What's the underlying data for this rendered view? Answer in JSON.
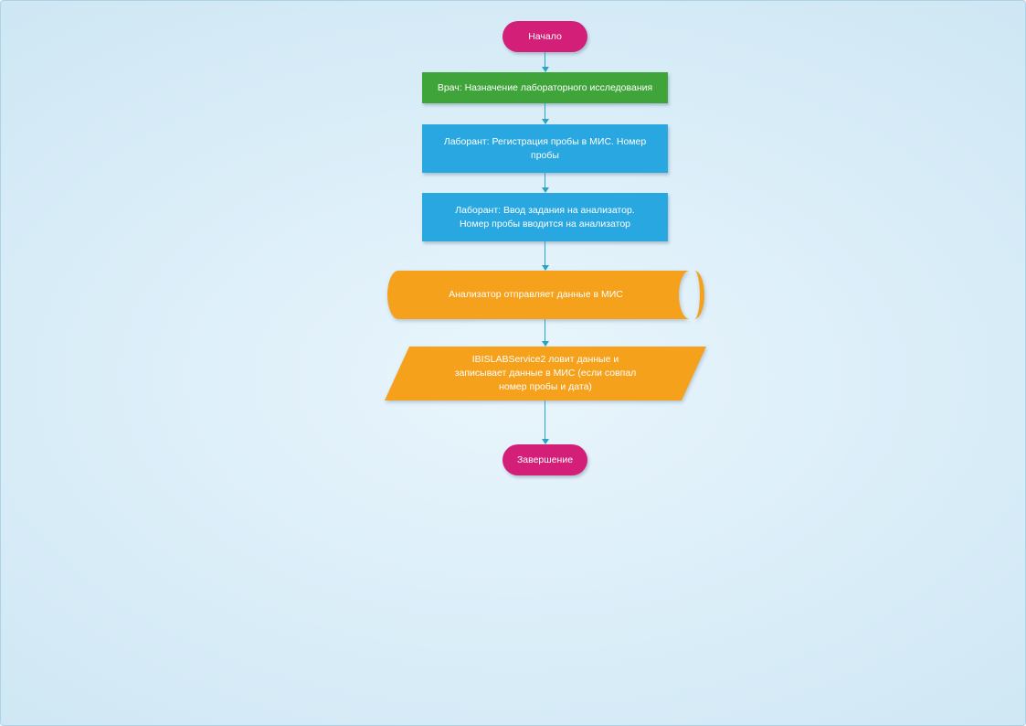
{
  "palette": {
    "background": "#d9edf8",
    "terminator_pink": "#d41f78",
    "process_green": "#3fa43a",
    "process_blue": "#29a7e1",
    "data_orange": "#f5a11c",
    "connector_teal": "#2ba3c9",
    "label_text": "#ffffff"
  },
  "diagram": {
    "type": "flowchart",
    "nodes": [
      {
        "id": "start",
        "shape": "terminator",
        "label": "Начало"
      },
      {
        "id": "doctor-assign",
        "shape": "process",
        "label": "Врач: Назначение лабораторного исследования"
      },
      {
        "id": "register-sample",
        "shape": "process",
        "label": "Лаборант: Регистрация пробы в МИС. Номер пробы"
      },
      {
        "id": "enter-task",
        "shape": "process",
        "label": "Лаборант: Ввод задания на анализатор.\nНомер пробы вводится на анализатор"
      },
      {
        "id": "analyzer-send",
        "shape": "direct-data",
        "label": "Анализатор отправляет данные в МИС"
      },
      {
        "id": "service-receive",
        "shape": "data-io",
        "label": "IBISLABService2 ловит данные и\nзаписывает данные в МИС (если совпал\nномер пробы и дата)"
      },
      {
        "id": "end",
        "shape": "terminator",
        "label": "Завершение"
      }
    ],
    "edges": [
      {
        "from": "start",
        "to": "doctor-assign"
      },
      {
        "from": "doctor-assign",
        "to": "register-sample"
      },
      {
        "from": "register-sample",
        "to": "enter-task"
      },
      {
        "from": "enter-task",
        "to": "analyzer-send"
      },
      {
        "from": "analyzer-send",
        "to": "service-receive"
      },
      {
        "from": "service-receive",
        "to": "end"
      }
    ]
  }
}
